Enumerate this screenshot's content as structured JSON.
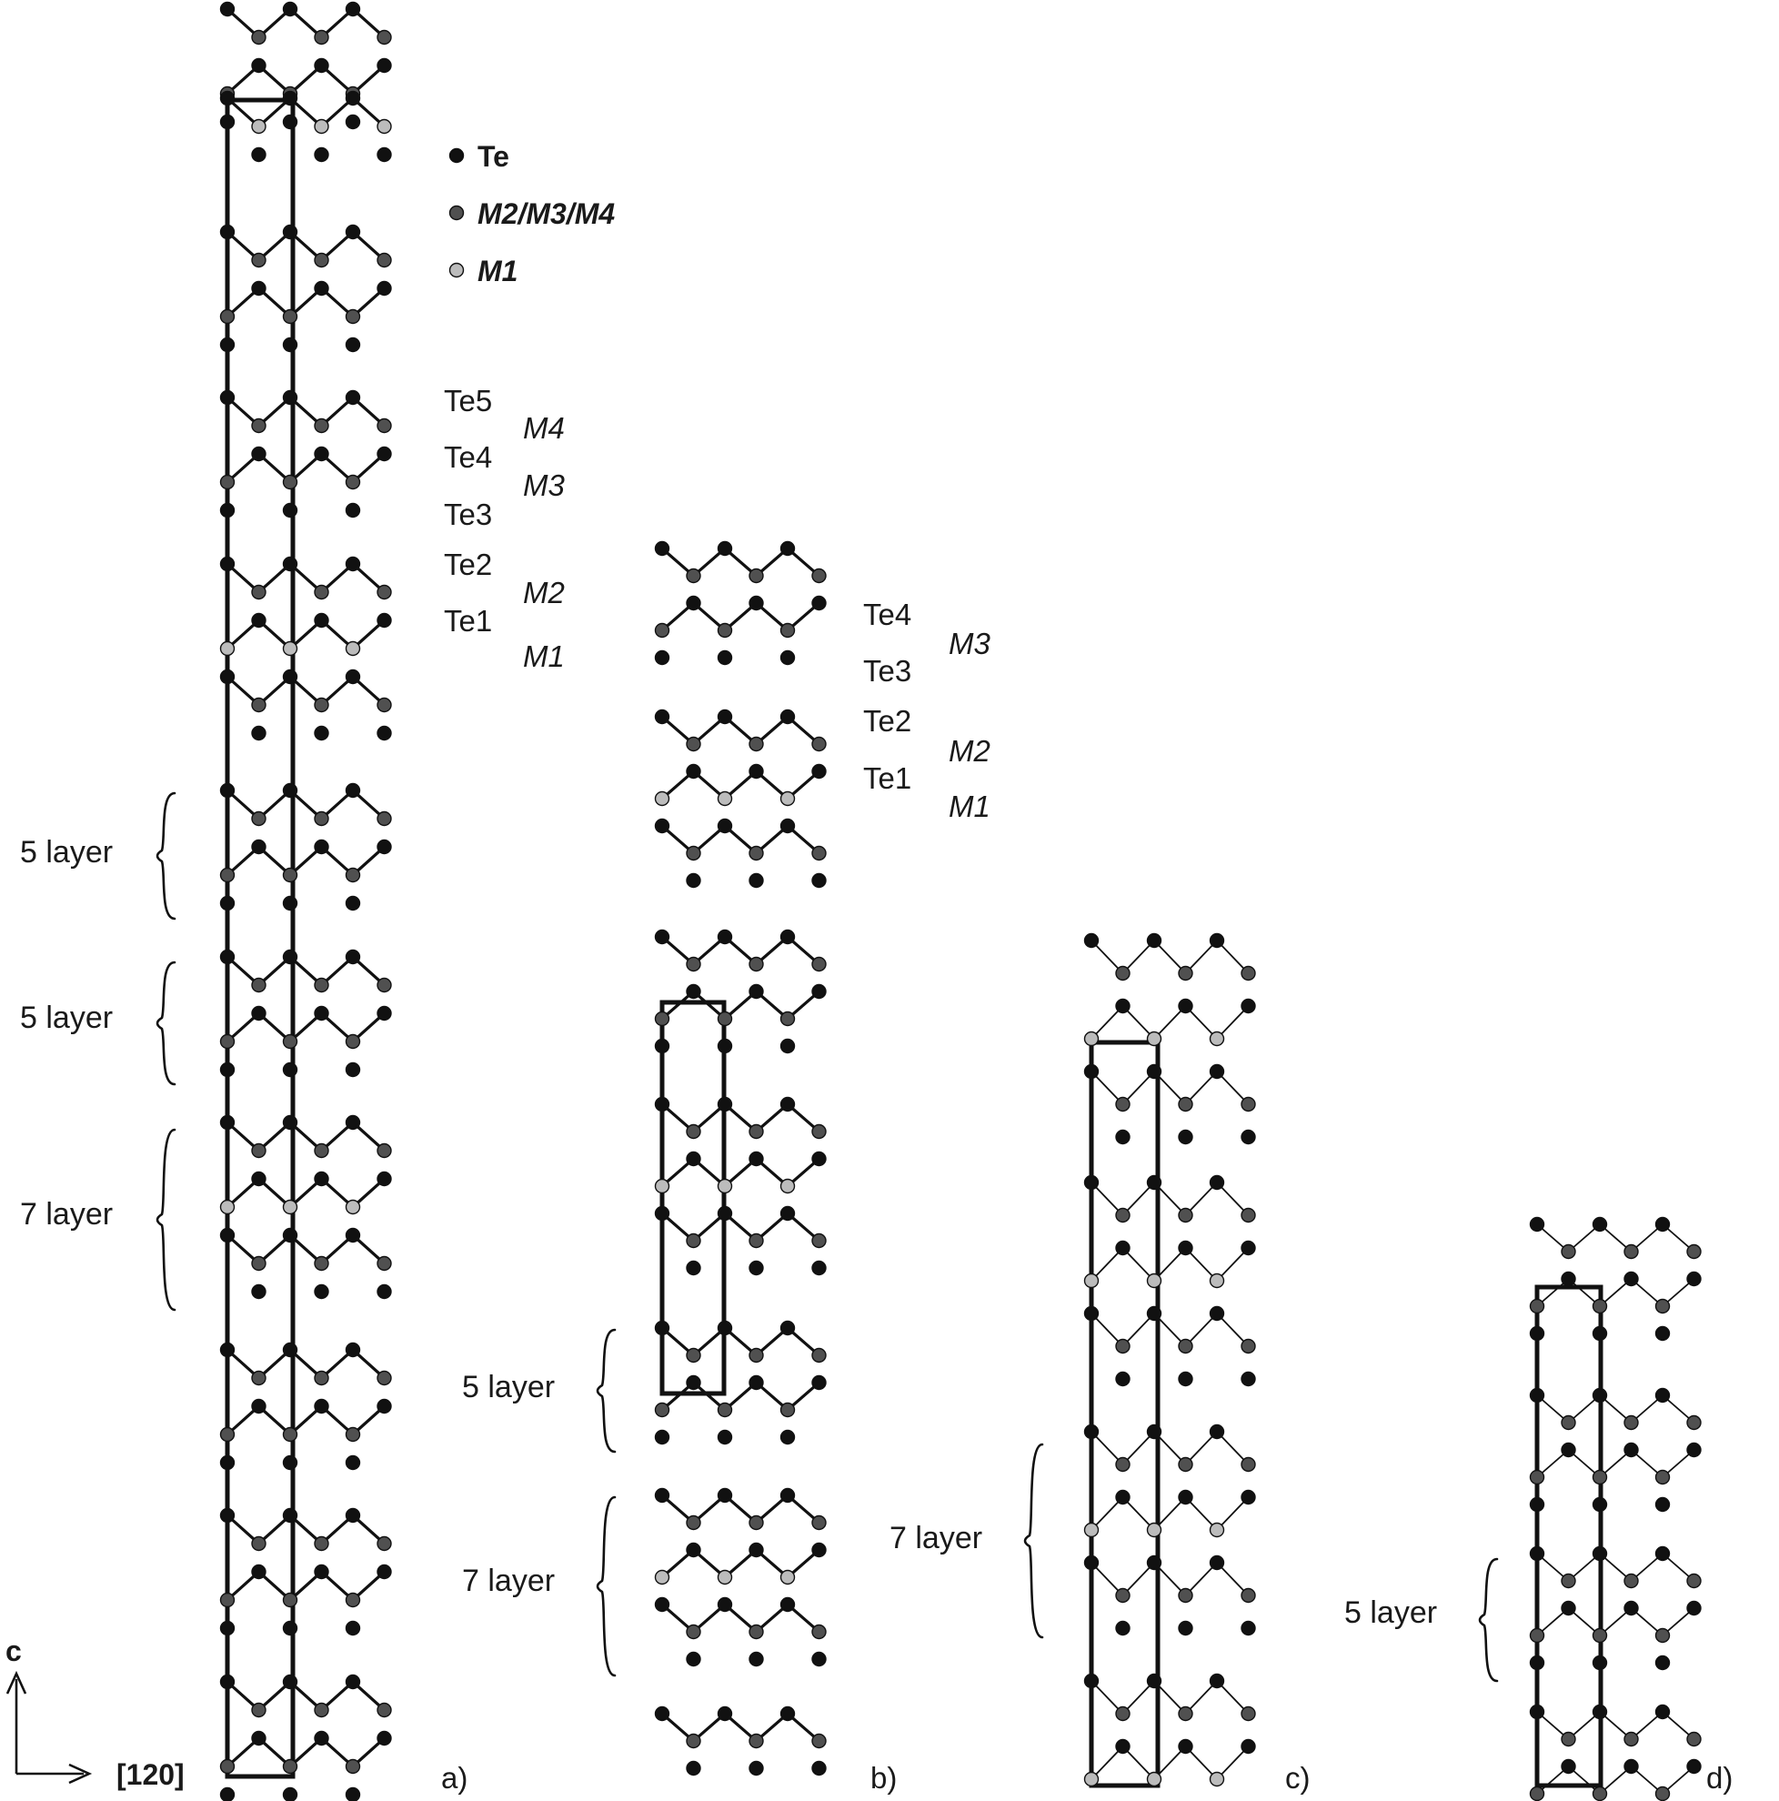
{
  "legend": {
    "items": [
      {
        "id": "te",
        "label": "Te",
        "color": "#111111"
      },
      {
        "id": "m234",
        "label": "M2/M3/M4",
        "color": "#505050"
      },
      {
        "id": "m1",
        "label": "M1",
        "color": "#bcbcbc"
      }
    ]
  },
  "axes": {
    "vertical": "c",
    "horizontal": "[120]"
  },
  "panels": [
    {
      "id": "a",
      "label": "a)",
      "sequence": [
        "5 layer",
        "5 layer",
        "7 layer"
      ]
    },
    {
      "id": "b",
      "label": "b)",
      "sequence": [
        "5 layer",
        "7 layer"
      ]
    },
    {
      "id": "c",
      "label": "c)",
      "sequence": [
        "7 layer"
      ]
    },
    {
      "id": "d",
      "label": "d)",
      "sequence": [
        "5 layer"
      ]
    }
  ],
  "site_labels": {
    "a": {
      "te": [
        "Te5",
        "Te4",
        "Te3",
        "Te2",
        "Te1"
      ],
      "metal": [
        "M4",
        "M3",
        "M2",
        "M1"
      ]
    },
    "b": {
      "te": [
        "Te4",
        "Te3",
        "Te2",
        "Te1"
      ],
      "metal": [
        "M3",
        "M2",
        "M1"
      ]
    }
  }
}
